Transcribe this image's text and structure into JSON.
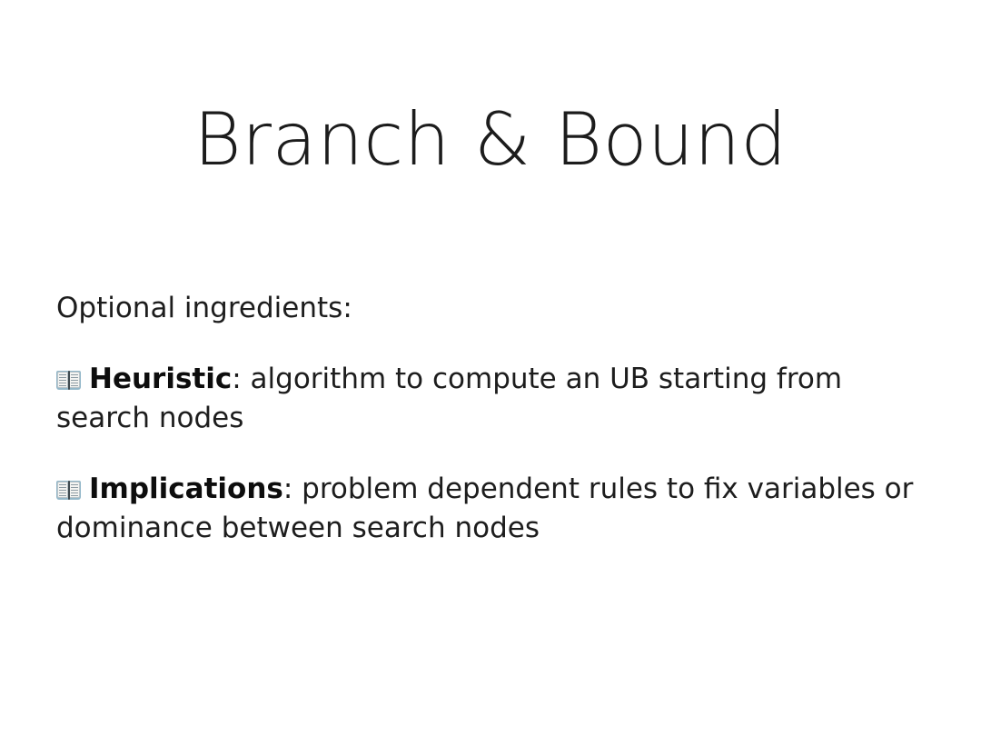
{
  "slide": {
    "background_color": "#ffffff",
    "text_color": "#1d1d1d",
    "title": "Branch & Bound",
    "intro": "Optional ingredients:",
    "bullets": [
      {
        "icon": "open-book-icon",
        "lead": "Heuristic",
        "separator": ": ",
        "text": "algorithm to compute an UB starting from search nodes"
      },
      {
        "icon": "open-book-icon",
        "lead": "Implications",
        "separator": ": ",
        "text": "problem dependent rules to fix variables or dominance between search nodes"
      }
    ]
  }
}
